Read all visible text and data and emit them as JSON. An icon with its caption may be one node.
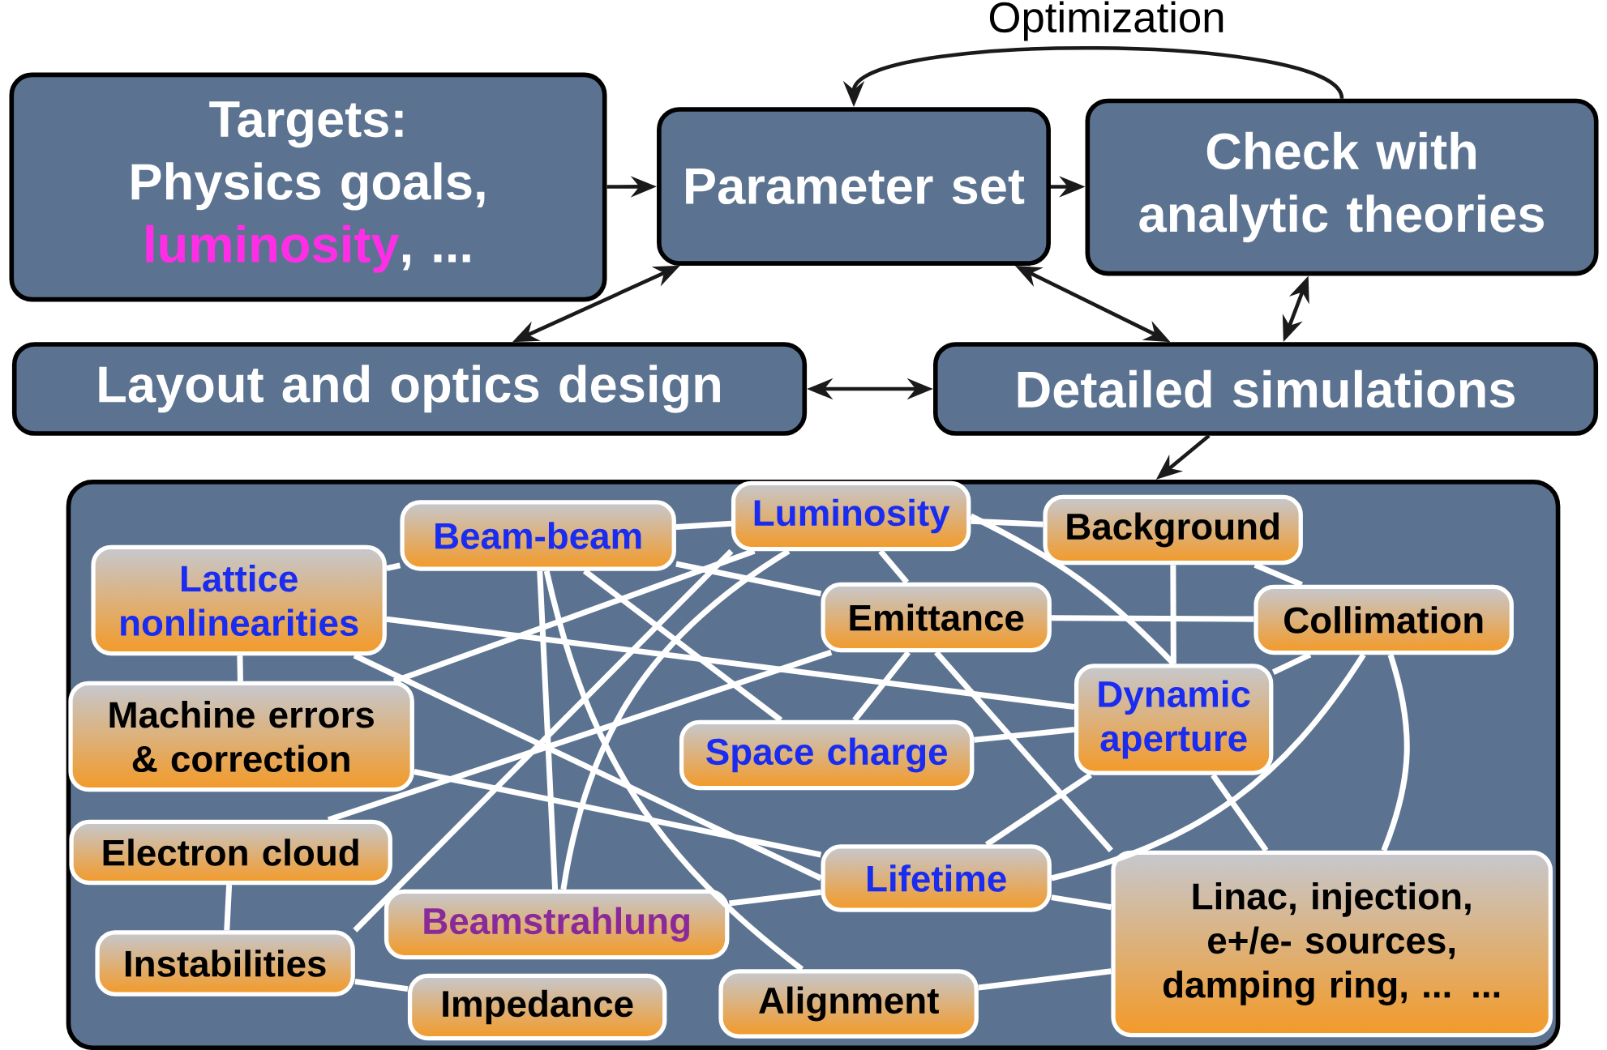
{
  "diagram": {
    "nodes": [
      {
        "text": [
          "Targets:",
          "Physics goals,",
          "luminosity",
          ", ..."
        ]
      },
      {
        "text": [
          "Parameter set"
        ]
      },
      {
        "text": [
          "Check with analytic theories"
        ]
      },
      {
        "text": [
          "Layout and optics design"
        ]
      },
      {
        "text": [
          "Detailed simulations"
        ]
      },
      {
        "text": [],
        "shape": "box"
      },
      {
        "text": [
          "Beam-beam"
        ],
        "in": 5
      },
      {
        "text": [
          "Luminosity"
        ],
        "in": 5
      },
      {
        "text": [
          "Background"
        ],
        "in": 5
      },
      {
        "text": [
          "Lattice nonlinearities"
        ],
        "in": 5
      },
      {
        "text": [
          "Emittance"
        ],
        "in": 5
      },
      {
        "text": [
          "Collimation"
        ],
        "in": 5
      },
      {
        "text": [
          "Machine errors & correction"
        ],
        "in": 5
      },
      {
        "text": [
          "Dynamic aperture"
        ],
        "in": 5
      },
      {
        "text": [
          "Space charge"
        ],
        "in": 5
      },
      {
        "text": [
          "Electron cloud"
        ],
        "in": 5
      },
      {
        "text": [
          "Lifetime"
        ],
        "in": 5
      },
      {
        "text": [
          "Linac, injection, e+/e- sources, damping ring, ... ..."
        ],
        "in": 5
      },
      {
        "text": [
          "Beamstrahlung"
        ],
        "in": 5
      },
      {
        "text": [
          "Instabilities"
        ],
        "in": 5
      },
      {
        "text": [
          "Impedance"
        ],
        "in": 5
      },
      {
        "text": [
          "Alignment"
        ],
        "in": 5
      }
    ],
    "edges": [
      {
        "from": 0,
        "to": 1,
        "arrow": "to",
        "color": "#1a1a1a"
      },
      {
        "from": 1,
        "to": 2,
        "arrow": "to",
        "color": "#1a1a1a"
      },
      {
        "from": 2,
        "to": 1,
        "arrow": "to",
        "label": "Optimization",
        "color": "#1a1a1a"
      },
      {
        "from": 3,
        "to": 1,
        "arrow": "both",
        "color": "#1a1a1a"
      },
      {
        "from": 1,
        "to": 4,
        "arrow": "both",
        "color": "#1a1a1a"
      },
      {
        "from": 2,
        "to": 4,
        "arrow": "both",
        "color": "#1a1a1a"
      },
      {
        "from": 3,
        "to": 4,
        "arrow": "both",
        "color": "#1a1a1a"
      },
      {
        "from": 4,
        "to": 5,
        "arrow": "to",
        "color": "#1a1a1a"
      },
      {
        "from": 9,
        "to": 6,
        "arrow": "none"
      },
      {
        "from": 6,
        "to": 7,
        "arrow": "none"
      },
      {
        "from": 7,
        "to": 8,
        "arrow": "none"
      },
      {
        "from": 9,
        "to": 12,
        "arrow": "none"
      },
      {
        "from": 15,
        "to": 19,
        "arrow": "none"
      },
      {
        "from": 19,
        "to": 20,
        "arrow": "none"
      },
      {
        "from": 8,
        "to": 13,
        "arrow": "none"
      },
      {
        "from": 8,
        "to": 11,
        "arrow": "none"
      },
      {
        "from": 10,
        "to": 11,
        "arrow": "none"
      },
      {
        "from": 13,
        "to": 11,
        "arrow": "none"
      },
      {
        "from": 7,
        "to": 10,
        "arrow": "none"
      },
      {
        "from": 7,
        "to": 13,
        "arrow": "none"
      },
      {
        "from": 6,
        "to": 10,
        "arrow": "none"
      },
      {
        "from": 6,
        "to": 14,
        "arrow": "none"
      },
      {
        "from": 6,
        "to": 18,
        "arrow": "none"
      },
      {
        "from": 6,
        "to": 21,
        "arrow": "none"
      },
      {
        "from": 7,
        "to": 18,
        "arrow": "none"
      },
      {
        "from": 7,
        "to": 19,
        "arrow": "none"
      },
      {
        "from": 7,
        "to": 12,
        "arrow": "none"
      },
      {
        "from": 10,
        "to": 15,
        "arrow": "none"
      },
      {
        "from": 10,
        "to": 14,
        "arrow": "none"
      },
      {
        "from": 10,
        "to": 17,
        "arrow": "none"
      },
      {
        "from": 9,
        "to": 13,
        "arrow": "none"
      },
      {
        "from": 9,
        "to": 16,
        "arrow": "none"
      },
      {
        "from": 12,
        "to": 16,
        "arrow": "none"
      },
      {
        "from": 14,
        "to": 13,
        "arrow": "none"
      },
      {
        "from": 13,
        "to": 16,
        "arrow": "none"
      },
      {
        "from": 13,
        "to": 17,
        "arrow": "none"
      },
      {
        "from": 11,
        "to": 16,
        "arrow": "none"
      },
      {
        "from": 11,
        "to": 17,
        "arrow": "none"
      },
      {
        "from": 16,
        "to": 17,
        "arrow": "none"
      },
      {
        "from": 16,
        "to": 18,
        "arrow": "none"
      },
      {
        "from": 21,
        "to": 17,
        "arrow": "none"
      }
    ]
  }
}
